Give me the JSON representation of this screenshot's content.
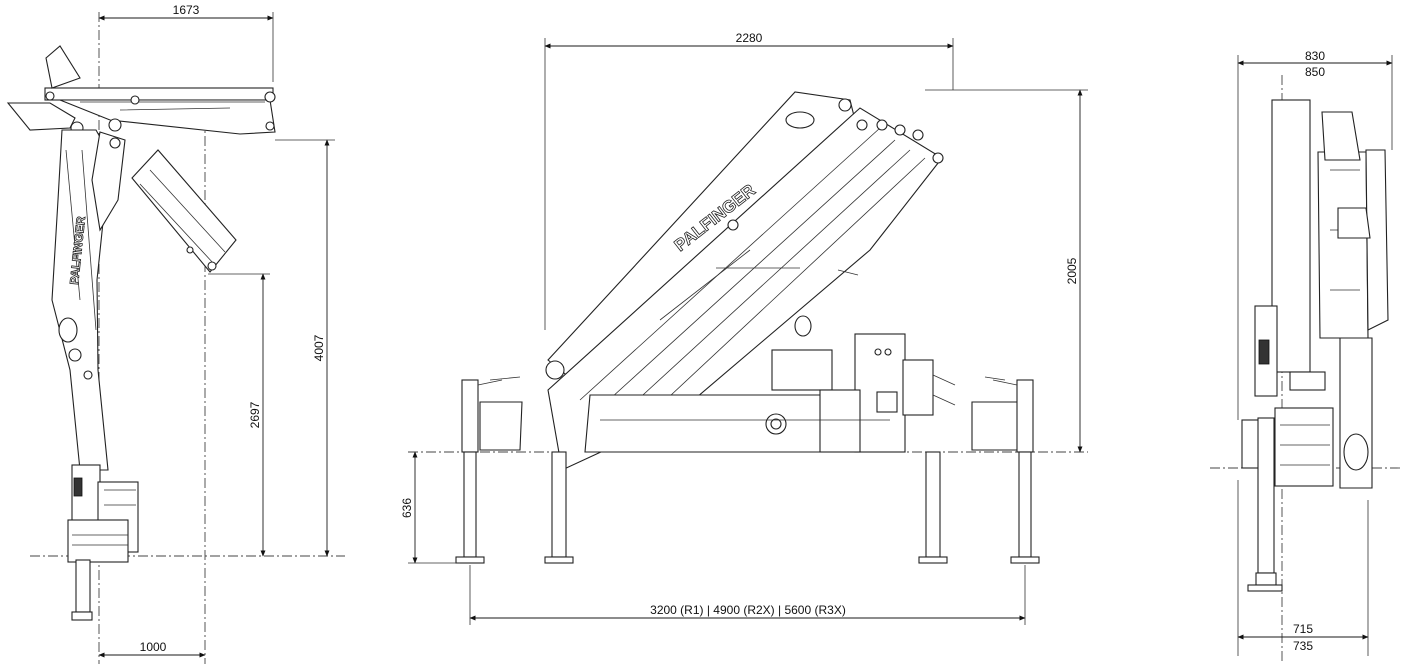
{
  "diagram": {
    "logo_text": "PALFINGER",
    "side_view": {
      "dim_top_reach": "1673",
      "dim_total_height": "4007",
      "dim_hook_height": "2697",
      "dim_bottom_reach": "1000"
    },
    "front_view": {
      "dim_width": "2280",
      "dim_height_above_base": "2005",
      "dim_below_base": "636",
      "dim_outrigger_spread": "3200 (R1) | 4900 (R2X) | 5600 (R3X)"
    },
    "end_view": {
      "dim_top_line1": "830",
      "dim_top_line2": "850",
      "dim_bottom_line1": "715",
      "dim_bottom_line2": "735"
    }
  }
}
